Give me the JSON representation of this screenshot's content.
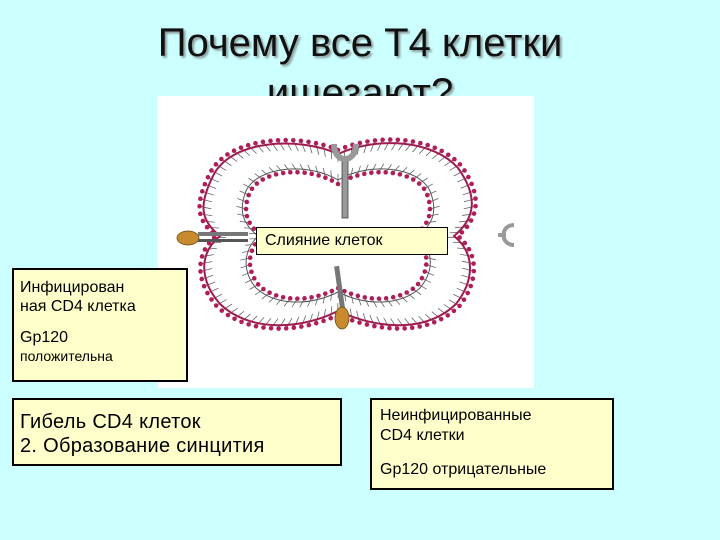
{
  "title": {
    "line1": "Почему все Т4 клетки",
    "line2": "ищезают?"
  },
  "diagram": {
    "fusion_label": "Слияние клеток",
    "colors": {
      "lipid_head": "#b01e5a",
      "outer_membrane": "#a01c50",
      "protein": "#c88a2c",
      "receptor": "#999999"
    }
  },
  "boxes": {
    "infected": {
      "line1": "Инфицирован",
      "line2": "ная CD4 клетка",
      "gp": "Gp120",
      "gp_status": "положительна"
    },
    "death": {
      "line1": "Гибель CD4 клеток",
      "line2": "2. Образование синцития"
    },
    "uninfected": {
      "line1": "Неинфицированные",
      "line2": "CD4 клетки",
      "gp": "Gp120 отрицательные"
    }
  }
}
